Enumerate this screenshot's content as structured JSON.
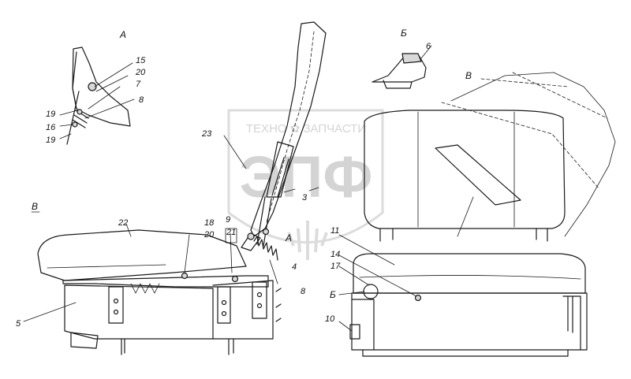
{
  "watermark": {
    "caption": "ТЕХНО ✿ ЗАПЧАСТИ",
    "logo": "ЭПФ"
  },
  "section_labels": {
    "view_a": "А",
    "view_b": "Б",
    "view_v_right": "В",
    "view_v_left": "В",
    "callout_a": "А",
    "callout_b": "Б"
  },
  "callouts": {
    "c15": "15",
    "c20a": "20",
    "c7": "7",
    "c8a": "8",
    "c19a": "19",
    "c16": "16",
    "c19b": "19",
    "c6": "6",
    "c23": "23",
    "c3": "3",
    "c22": "22",
    "c18": "18",
    "c20b": "20",
    "c9": "9",
    "c21": "21",
    "c4": "4",
    "c8b": "8",
    "c5": "5",
    "c11": "11",
    "c14": "14",
    "c17": "17",
    "c10": "10"
  },
  "colors": {
    "line": "#1a1a1a",
    "watermark": "#d4d4d4"
  }
}
